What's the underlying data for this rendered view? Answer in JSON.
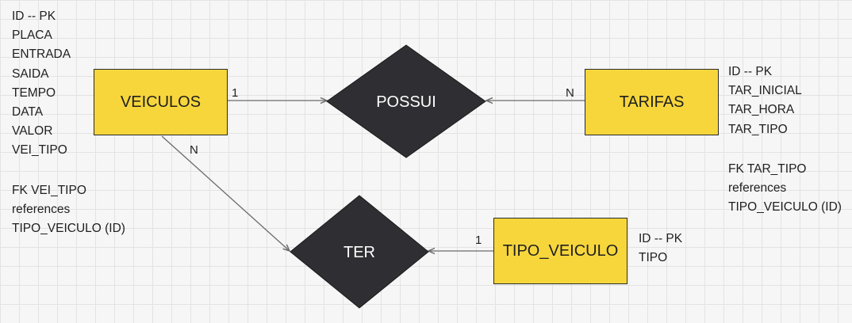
{
  "entities": {
    "veiculos": {
      "name": "VEICULOS",
      "attributes": [
        "ID -- PK",
        "PLACA",
        "ENTRADA",
        "SAIDA",
        "TEMPO",
        "DATA",
        "VALOR",
        "VEI_TIPO"
      ],
      "foreign_key": [
        "FK VEI_TIPO",
        "references",
        "TIPO_VEICULO (ID)"
      ]
    },
    "tarifas": {
      "name": "TARIFAS",
      "attributes": [
        "ID -- PK",
        "TAR_INICIAL",
        "TAR_HORA",
        "TAR_TIPO"
      ],
      "foreign_key": [
        "FK TAR_TIPO",
        "references",
        "TIPO_VEICULO (ID)"
      ]
    },
    "tipo_veiculo": {
      "name": "TIPO_VEICULO",
      "attributes": [
        "ID -- PK",
        "TIPO"
      ]
    }
  },
  "relationships": {
    "possui": {
      "name": "POSSUI",
      "card_veiculos": "1",
      "card_tarifas": "N"
    },
    "ter": {
      "name": "TER",
      "card_veiculos": "N",
      "card_tipo_veiculo": "1"
    }
  },
  "colors": {
    "entity_fill": "#f7d63c",
    "relationship_fill": "#2f2f33",
    "connector": "#6b6b6b"
  }
}
